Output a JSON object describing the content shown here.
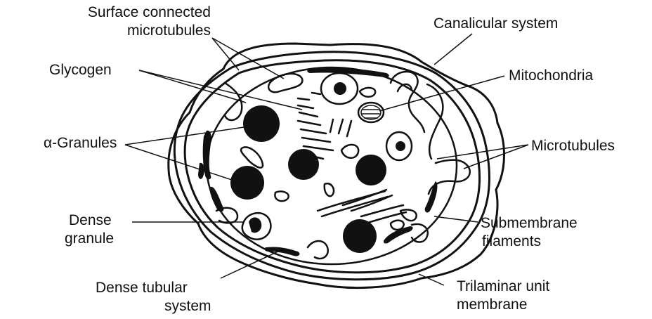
{
  "labels": {
    "surface_connected_line1": "Surface connected",
    "surface_connected_line2": "microtubules",
    "canalicular_system": "Canalicular system",
    "glycogen": "Glycogen",
    "mitochondria": "Mitochondria",
    "alpha_granules": "α-Granules",
    "microtubules": "Microtubules",
    "dense_granule_line1": "Dense",
    "dense_granule_line2": "granule",
    "submembrane_line1": "Submembrane",
    "submembrane_line2": "filaments",
    "dense_tubular_line1": "Dense tubular",
    "dense_tubular_line2": "system",
    "trilaminar_line1": "Trilaminar unit",
    "trilaminar_line2": "membrane"
  },
  "colors": {
    "ink": "#111111",
    "background": "#ffffff"
  }
}
